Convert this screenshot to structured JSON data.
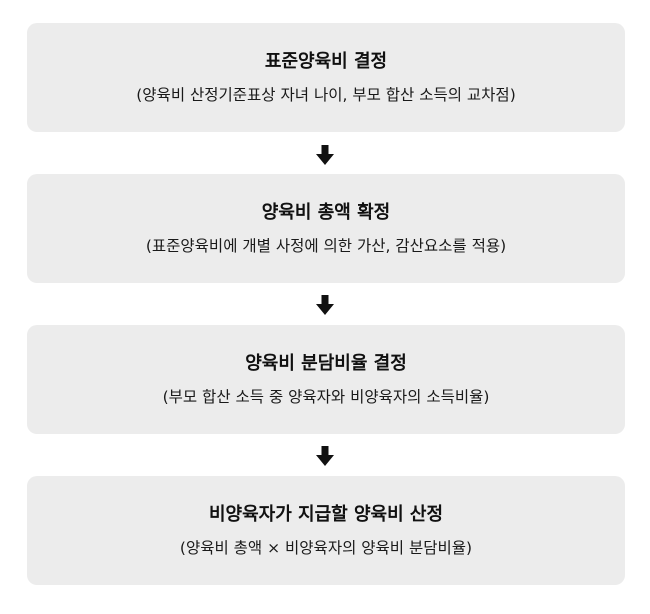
{
  "steps": [
    {
      "title": "표준양육비 결정",
      "description": "(양육비 산정기준표상 자녀 나이, 부모 합산 소득의 교차점)"
    },
    {
      "title": "양육비 총액 확정",
      "description": "(표준양육비에 개별 사정에 의한 가산, 감산요소를 적용)"
    },
    {
      "title": "양육비 분담비율 결정",
      "description": "(부모 합산 소득 중 양육자와 비양육자의 소득비율)"
    },
    {
      "title": "비양육자가 지급할 양육비 산정",
      "description": "(양육비 총액 × 비양육자의 양육비 분담비율)"
    }
  ],
  "colors": {
    "box_background": "#ececec",
    "arrow": "#111111",
    "text": "#111111"
  }
}
